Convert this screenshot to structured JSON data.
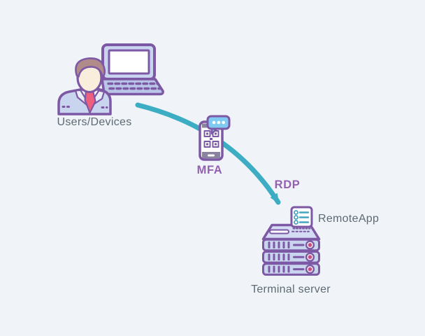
{
  "diagram": {
    "type": "flow-diagram",
    "nodes": [
      {
        "id": "users",
        "label": "Users/Devices",
        "icon": "user-laptop-icon"
      },
      {
        "id": "mfa",
        "label": "MFA",
        "icon": "smartphone-qr-icon"
      },
      {
        "id": "server",
        "label": "Terminal server",
        "icon": "server-rack-icon"
      },
      {
        "id": "remoteapp",
        "label": "RemoteApp",
        "icon": "remoteapp-document-icon"
      }
    ],
    "edges": [
      {
        "from": "users",
        "to": "server",
        "label": "RDP",
        "via": "mfa",
        "style": "curved-teal-arrow"
      }
    ]
  },
  "labels": {
    "users_devices": "Users/Devices",
    "mfa": "MFA",
    "rdp": "RDP",
    "remoteapp": "RemoteApp",
    "terminal_server": "Terminal server"
  },
  "icons": [
    "user-laptop-icon",
    "laptop-icon",
    "business-user-icon",
    "flow-arrow-icon",
    "smartphone-qr-icon",
    "chat-bubble-icon",
    "qr-code-icon",
    "remoteapp-document-icon",
    "server-rack-icon"
  ],
  "colors": {
    "background": "#f0f4f8",
    "outline_purple": "#7d58a5",
    "fill_lavender": "#c9d4ee",
    "arrow_teal": "#3cadc2",
    "bubble_blue": "#7ecaf2",
    "led_pink": "#d4578f",
    "tie_red": "#ec5f7d",
    "text_gray": "#5d6974",
    "text_purple": "#9361ae"
  }
}
